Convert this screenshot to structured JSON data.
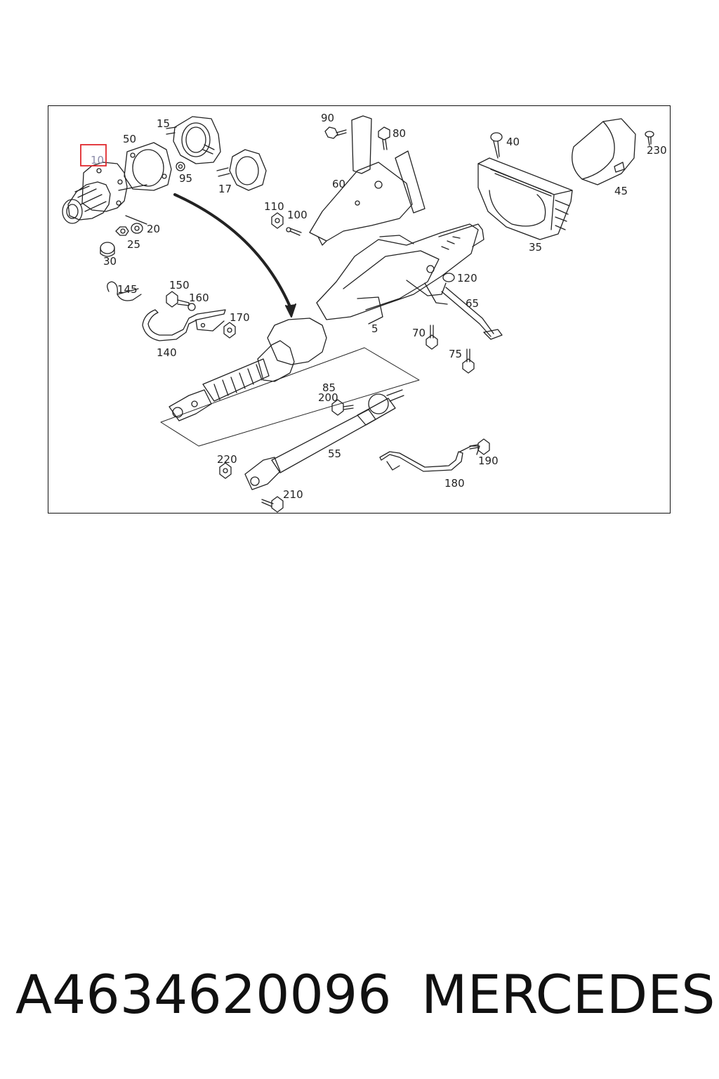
{
  "diagram": {
    "highlighted_part": "10",
    "highlight_color": "#e0282e",
    "part_labels": [
      "5",
      "10",
      "15",
      "17",
      "20",
      "25",
      "30",
      "35",
      "40",
      "45",
      "50",
      "55",
      "60",
      "65",
      "70",
      "75",
      "80",
      "85",
      "90",
      "95",
      "100",
      "110",
      "120",
      "140",
      "145",
      "150",
      "160",
      "170",
      "180",
      "190",
      "200",
      "210",
      "220",
      "230"
    ]
  },
  "caption": {
    "part_number": "A4634620096",
    "brand": "MERCEDES"
  }
}
